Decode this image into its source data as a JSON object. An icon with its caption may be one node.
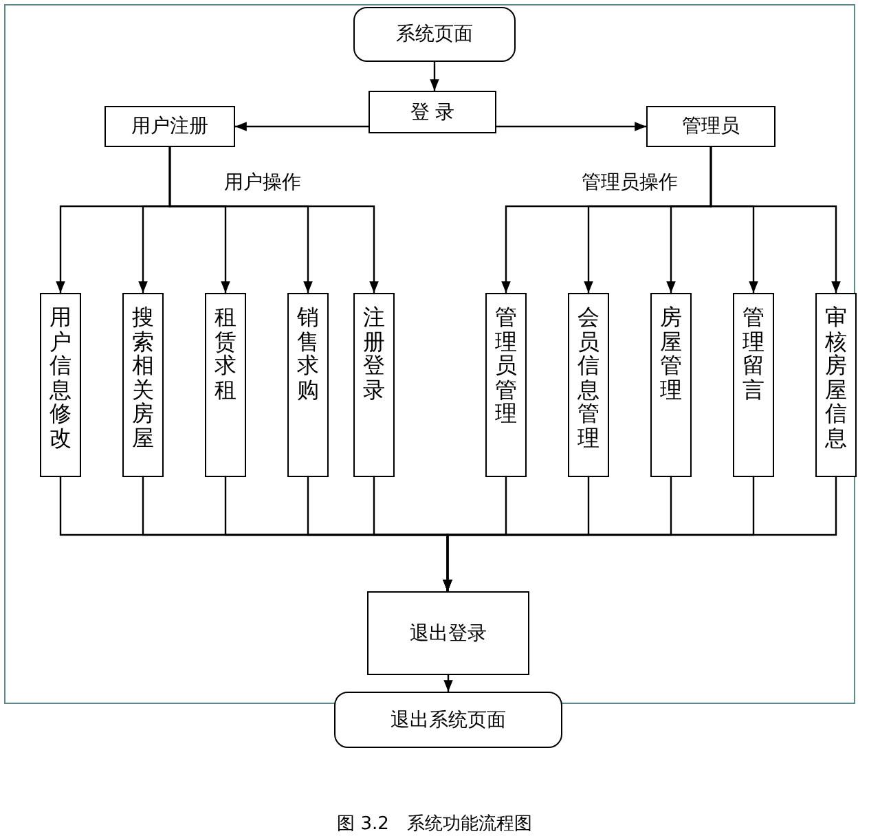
{
  "diagram": {
    "caption": "图 3.2　系统功能流程图",
    "nodes": [
      {
        "text": [
          "系统页面"
        ]
      },
      {
        "text": [
          "登 录"
        ]
      },
      {
        "text": [
          "用户注册"
        ]
      },
      {
        "text": [
          "管理员"
        ]
      },
      {
        "text": [
          "用户信息修改"
        ]
      },
      {
        "text": [
          "搜索相关房屋"
        ]
      },
      {
        "text": [
          "租赁求租"
        ]
      },
      {
        "text": [
          "销售求购"
        ]
      },
      {
        "text": [
          "注册登录"
        ]
      },
      {
        "text": [
          "管理员管理"
        ]
      },
      {
        "text": [
          "会员信息管理"
        ]
      },
      {
        "text": [
          "房屋管理"
        ]
      },
      {
        "text": [
          "管理留言"
        ]
      },
      {
        "text": [
          "审核房屋信息"
        ]
      },
      {
        "text": [
          "退出登录"
        ]
      },
      {
        "text": [
          "退出系统页面"
        ]
      }
    ],
    "edges": [
      {
        "from": 0,
        "to": 1,
        "arrow": "to"
      },
      {
        "from": 1,
        "to": 2,
        "arrow": "to"
      },
      {
        "from": 1,
        "to": 3,
        "arrow": "to"
      },
      {
        "from": 2,
        "to": 4,
        "arrow": "to"
      },
      {
        "from": 2,
        "to": 5,
        "arrow": "to"
      },
      {
        "from": 2,
        "to": 6,
        "arrow": "to"
      },
      {
        "from": 2,
        "to": 7,
        "arrow": "to"
      },
      {
        "from": 2,
        "to": 8,
        "arrow": "to"
      },
      {
        "from": 3,
        "to": 9,
        "arrow": "to"
      },
      {
        "from": 3,
        "to": 10,
        "arrow": "to"
      },
      {
        "from": 3,
        "to": 11,
        "arrow": "to"
      },
      {
        "from": 3,
        "to": 12,
        "arrow": "to"
      },
      {
        "from": 3,
        "to": 13,
        "arrow": "to"
      },
      {
        "from": 4,
        "to": 14,
        "arrow": "to"
      },
      {
        "from": 5,
        "to": 14,
        "arrow": "to"
      },
      {
        "from": 6,
        "to": 14,
        "arrow": "to"
      },
      {
        "from": 7,
        "to": 14,
        "arrow": "to"
      },
      {
        "from": 8,
        "to": 14,
        "arrow": "to"
      },
      {
        "from": 9,
        "to": 14,
        "arrow": "to"
      },
      {
        "from": 10,
        "to": 14,
        "arrow": "to"
      },
      {
        "from": 11,
        "to": 14,
        "arrow": "to"
      },
      {
        "from": 12,
        "to": 14,
        "arrow": "to"
      },
      {
        "from": 13,
        "to": 14,
        "arrow": "to"
      },
      {
        "from": 14,
        "to": 15,
        "arrow": "to"
      }
    ],
    "labels": [
      "用户操作",
      "管理员操作"
    ]
  }
}
